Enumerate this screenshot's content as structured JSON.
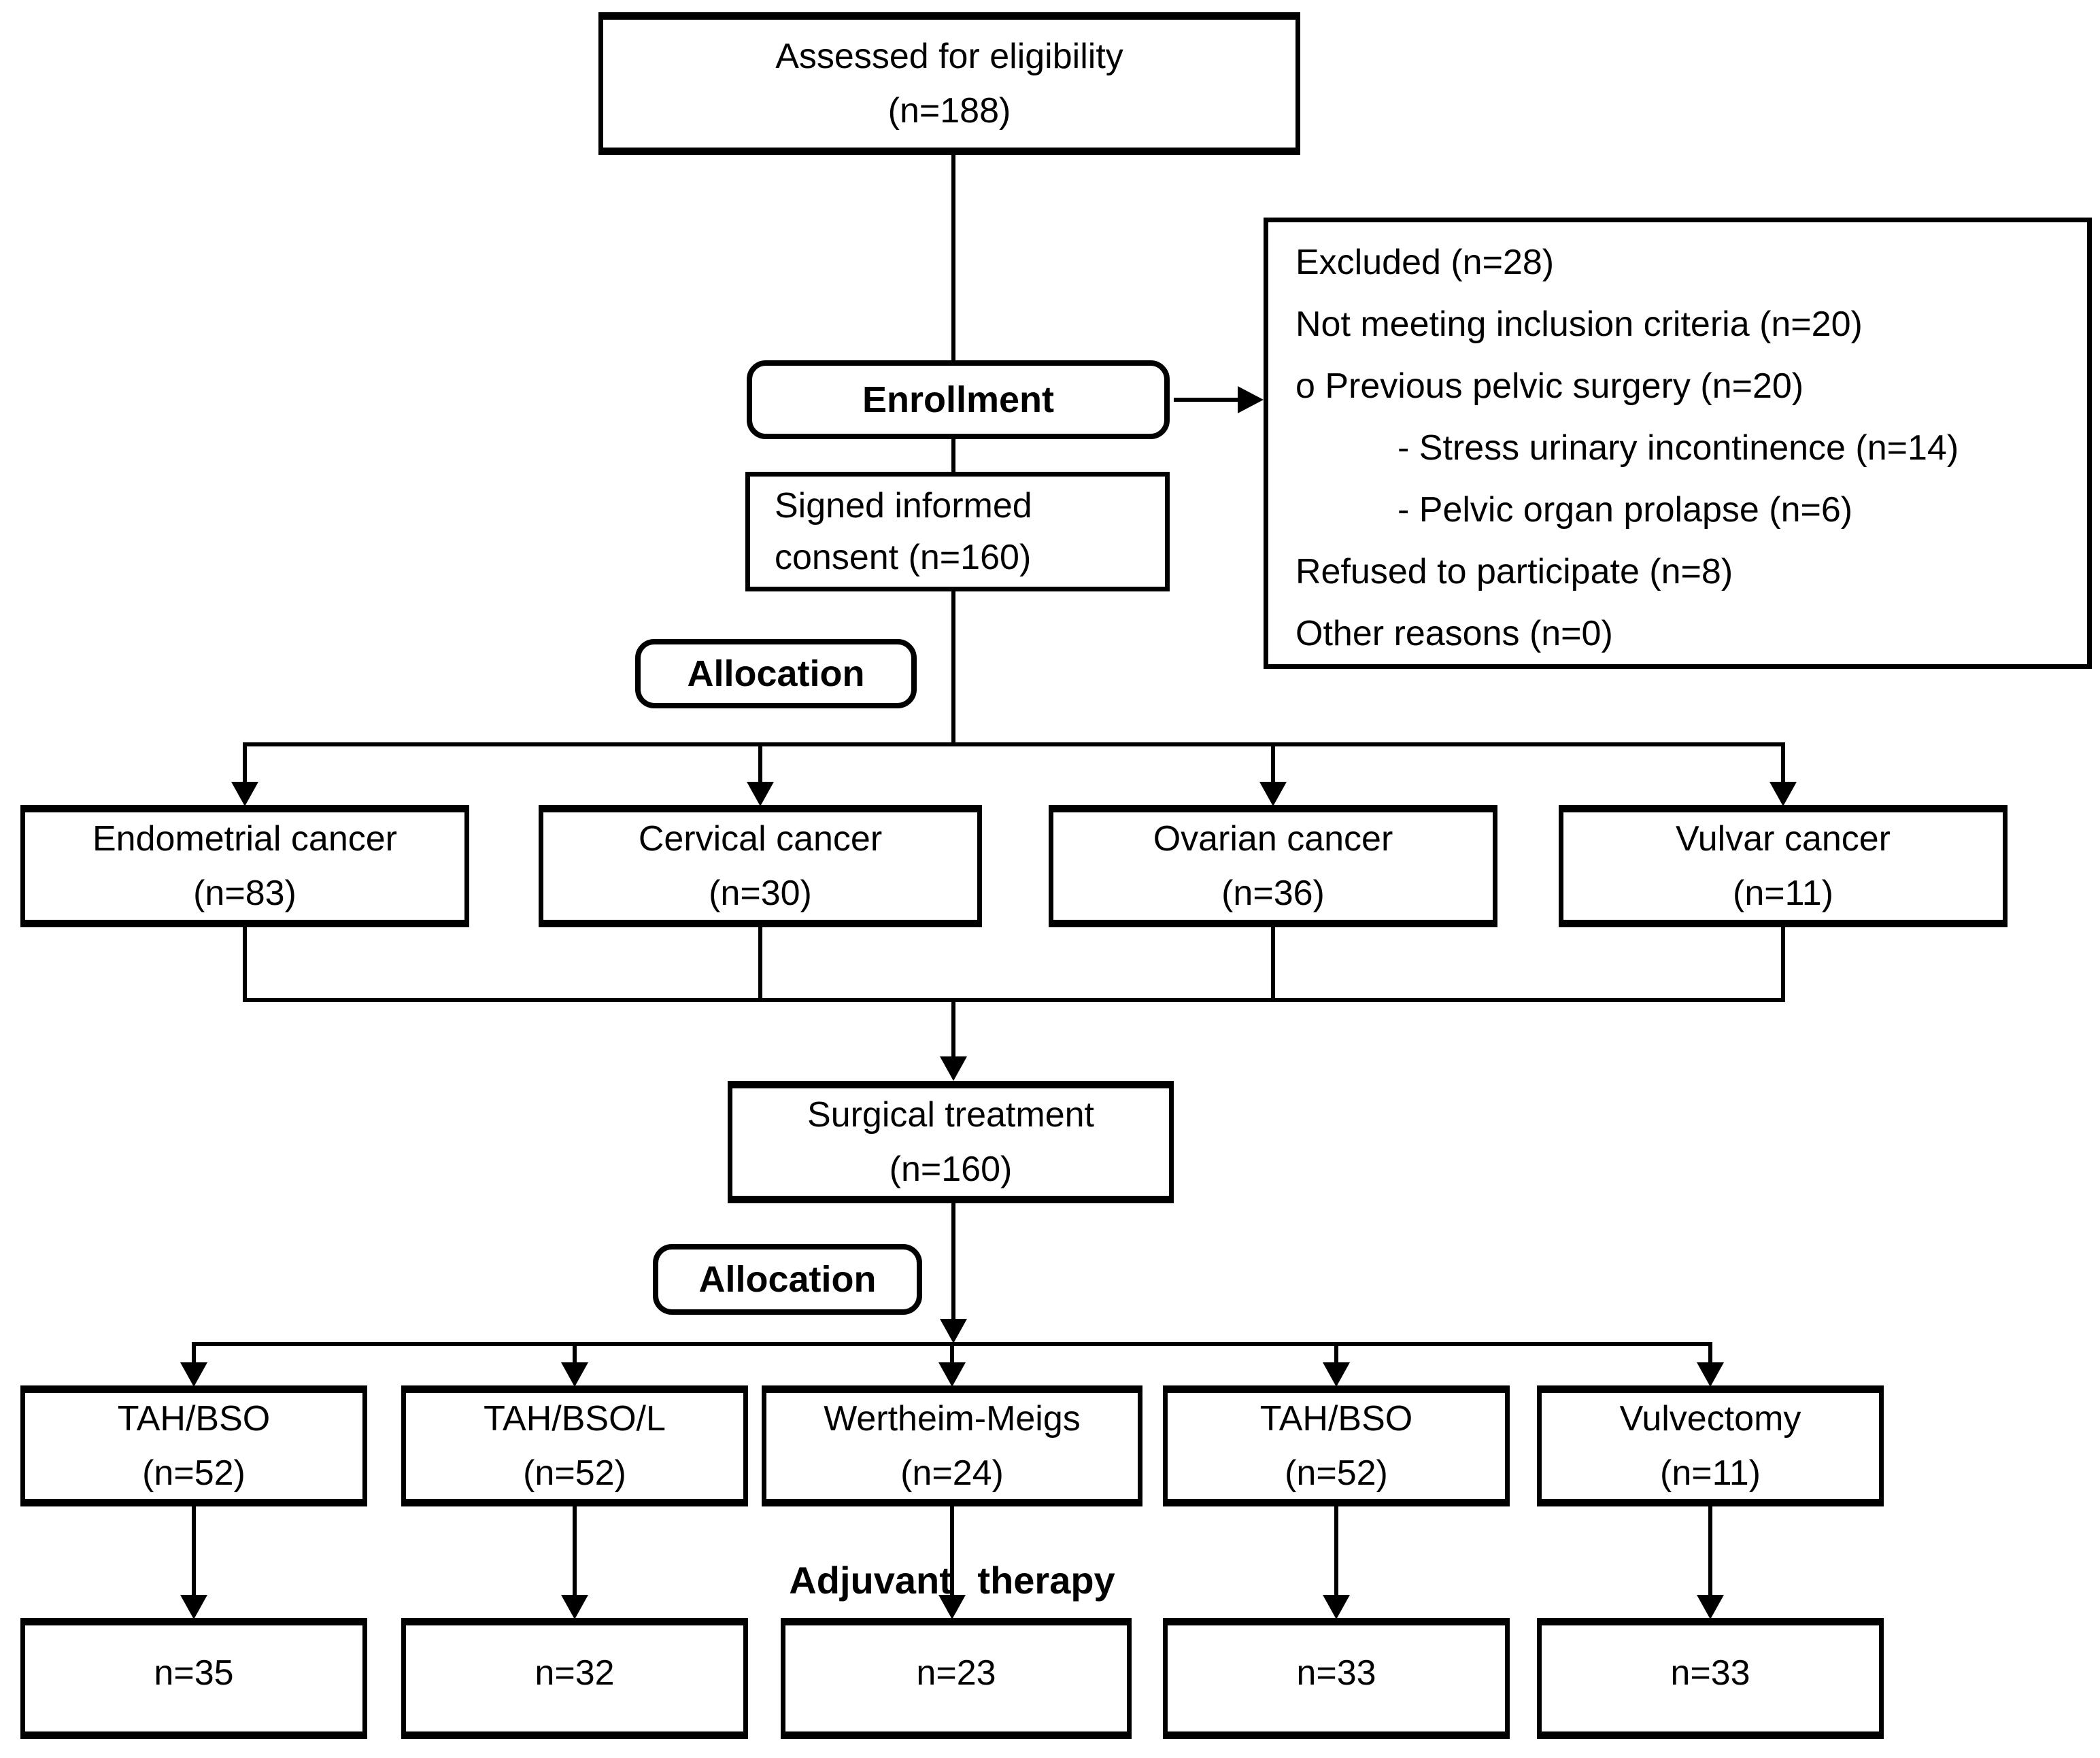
{
  "diagram": {
    "assessed": {
      "title": "Assessed for eligibility",
      "n": "(n=188)"
    },
    "enrollment": {
      "label": "Enrollment"
    },
    "excluded": {
      "line1": "Excluded (n=28)",
      "line2": "Not meeting inclusion criteria (n=20)",
      "line3": "o Previous pelvic surgery (n=20)",
      "line4": "- Stress urinary incontinence (n=14)",
      "line5": "- Pelvic organ prolapse (n=6)",
      "line6": "Refused to participate (n=8)",
      "line7": "Other reasons (n=0)"
    },
    "consent": {
      "line1": "Signed informed",
      "line2": "consent (n=160)"
    },
    "allocation1": {
      "label": "Allocation"
    },
    "cancers": [
      {
        "title": "Endometrial cancer",
        "n": "(n=83)"
      },
      {
        "title": "Cervical cancer",
        "n": "(n=30)"
      },
      {
        "title": "Ovarian cancer",
        "n": "(n=36)"
      },
      {
        "title": "Vulvar cancer",
        "n": "(n=11)"
      }
    ],
    "surgical": {
      "title": "Surgical treatment",
      "n": "(n=160)"
    },
    "allocation2": {
      "label": "Allocation"
    },
    "treatments": [
      {
        "title": "TAH/BSO",
        "n": "(n=52)"
      },
      {
        "title": "TAH/BSO/L",
        "n": "(n=52)"
      },
      {
        "title": "Wertheim-Meigs",
        "n": "(n=24)"
      },
      {
        "title": "TAH/BSO",
        "n": "(n=52)"
      },
      {
        "title": "Vulvectomy",
        "n": "(n=11)"
      }
    ],
    "adjuvant": {
      "label": "Adjuvant therapy"
    },
    "outcomes": [
      {
        "n": "n=35"
      },
      {
        "n": "n=32"
      },
      {
        "n": "n=23"
      },
      {
        "n": "n=33"
      },
      {
        "n": "n=33"
      }
    ]
  }
}
